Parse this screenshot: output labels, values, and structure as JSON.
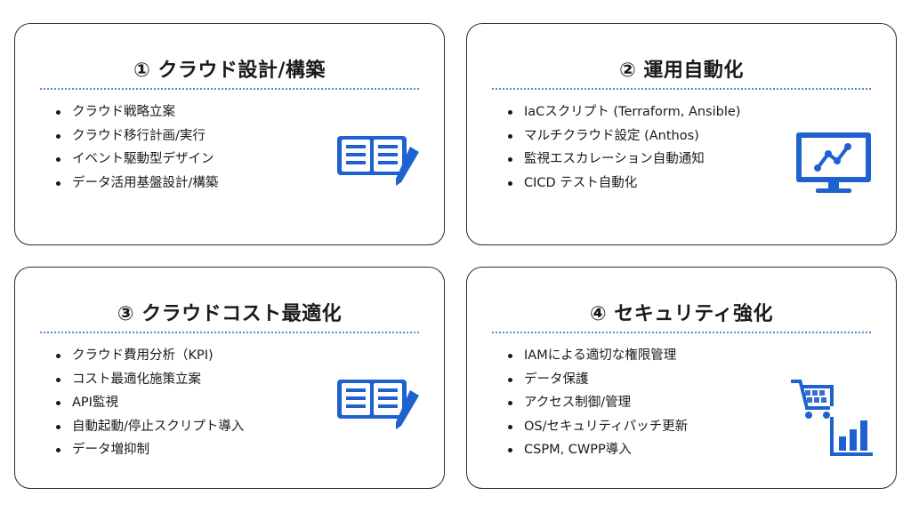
{
  "cards": [
    {
      "title": "① クラウド設計/構築",
      "items": [
        "クラウド戦略立案",
        "クラウド移行計画/実行",
        "イベント駆動型デザイン",
        "データ活用基盤設計/構築"
      ],
      "icon": "book-pencil-icon"
    },
    {
      "title": "② 運用自動化",
      "items": [
        "IaCスクリプト (Terraform, Ansible)",
        "マルチクラウド設定 (Anthos)",
        "監視エスカレーション自動通知",
        "CICD テスト自動化"
      ],
      "icon": "monitor-chart-icon"
    },
    {
      "title": "③ クラウドコスト最適化",
      "items": [
        "クラウド費用分析（KPI)",
        "コスト最適化施策立案",
        "API監視",
        "自動起動/停止スクリプト導入",
        "データ増抑制"
      ],
      "icon": "book-pencil-icon"
    },
    {
      "title": "④ セキュリティ強化",
      "items": [
        "IAMによる適切な権限管理",
        "データ保護",
        "アクセス制御/管理",
        "OS/セキュリティパッチ更新",
        "CSPM, CWPP導入"
      ],
      "icon": "cart-chart-icon"
    }
  ],
  "colors": {
    "accent": "#1f62cf",
    "border": "#2b2b2b",
    "divider": "#4a8fe0",
    "text": "#1a1a1a"
  }
}
